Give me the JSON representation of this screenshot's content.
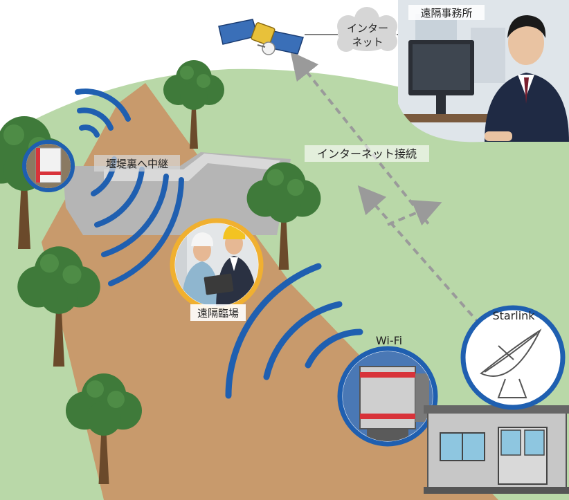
{
  "labels": {
    "remote_office": "遠隔事務所",
    "internet_cloud_line1": "インター",
    "internet_cloud_line2": "ネット",
    "internet_connection": "インターネット接続",
    "relay_behind_dam": "堰堤裏へ中継",
    "remote_presence": "遠隔臨場",
    "wifi": "Wi-Fi",
    "starlink": "Starlink"
  },
  "icons": [
    "satellite-icon",
    "cloud-icon",
    "satellite-dish-icon",
    "wifi-router-icon",
    "relay-unit-icon",
    "site-office-building-icon",
    "tree-icon",
    "signal-waves-icon",
    "worker-photo",
    "office-worker-photo"
  ],
  "colors": {
    "signal_blue": "#1f5fb0",
    "ring_orange": "#f0b030",
    "hill_green": "#b9d8a8",
    "road_brown": "#c89a6c",
    "tree_green": "#3f7a3a",
    "trunk_brown": "#6b4a2b",
    "dam_gray": "#b5b5b5",
    "dashed_arrow_gray": "#9a9a9a",
    "router_red": "#d8333a"
  }
}
